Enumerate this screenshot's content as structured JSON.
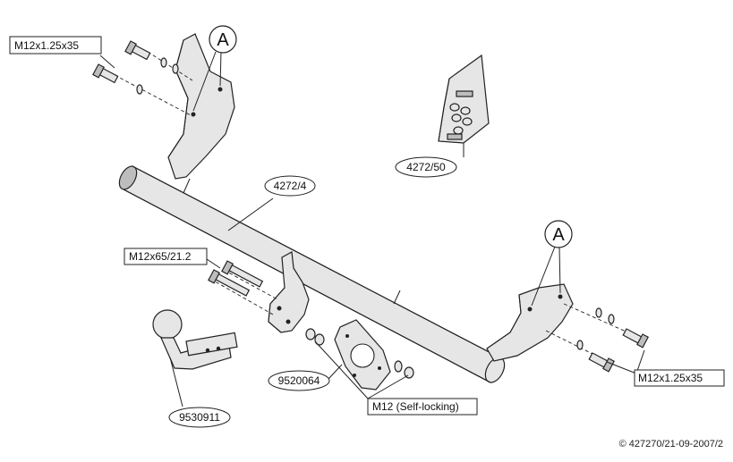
{
  "callouts": {
    "bolt_top_left": "M12x1.25x35",
    "bolt_mid_left": "M12x65/21.2",
    "bolt_right": "M12x1.25x35",
    "nut_self_locking": "M12 (Self-locking)",
    "crossbar": "4272/4",
    "bolt_kit": "4272/50",
    "socket_plate": "9520064",
    "towball": "9530911",
    "detail_a_left": "A",
    "detail_a_right": "A"
  },
  "copyright": "© 427270/21-09-2007/2"
}
